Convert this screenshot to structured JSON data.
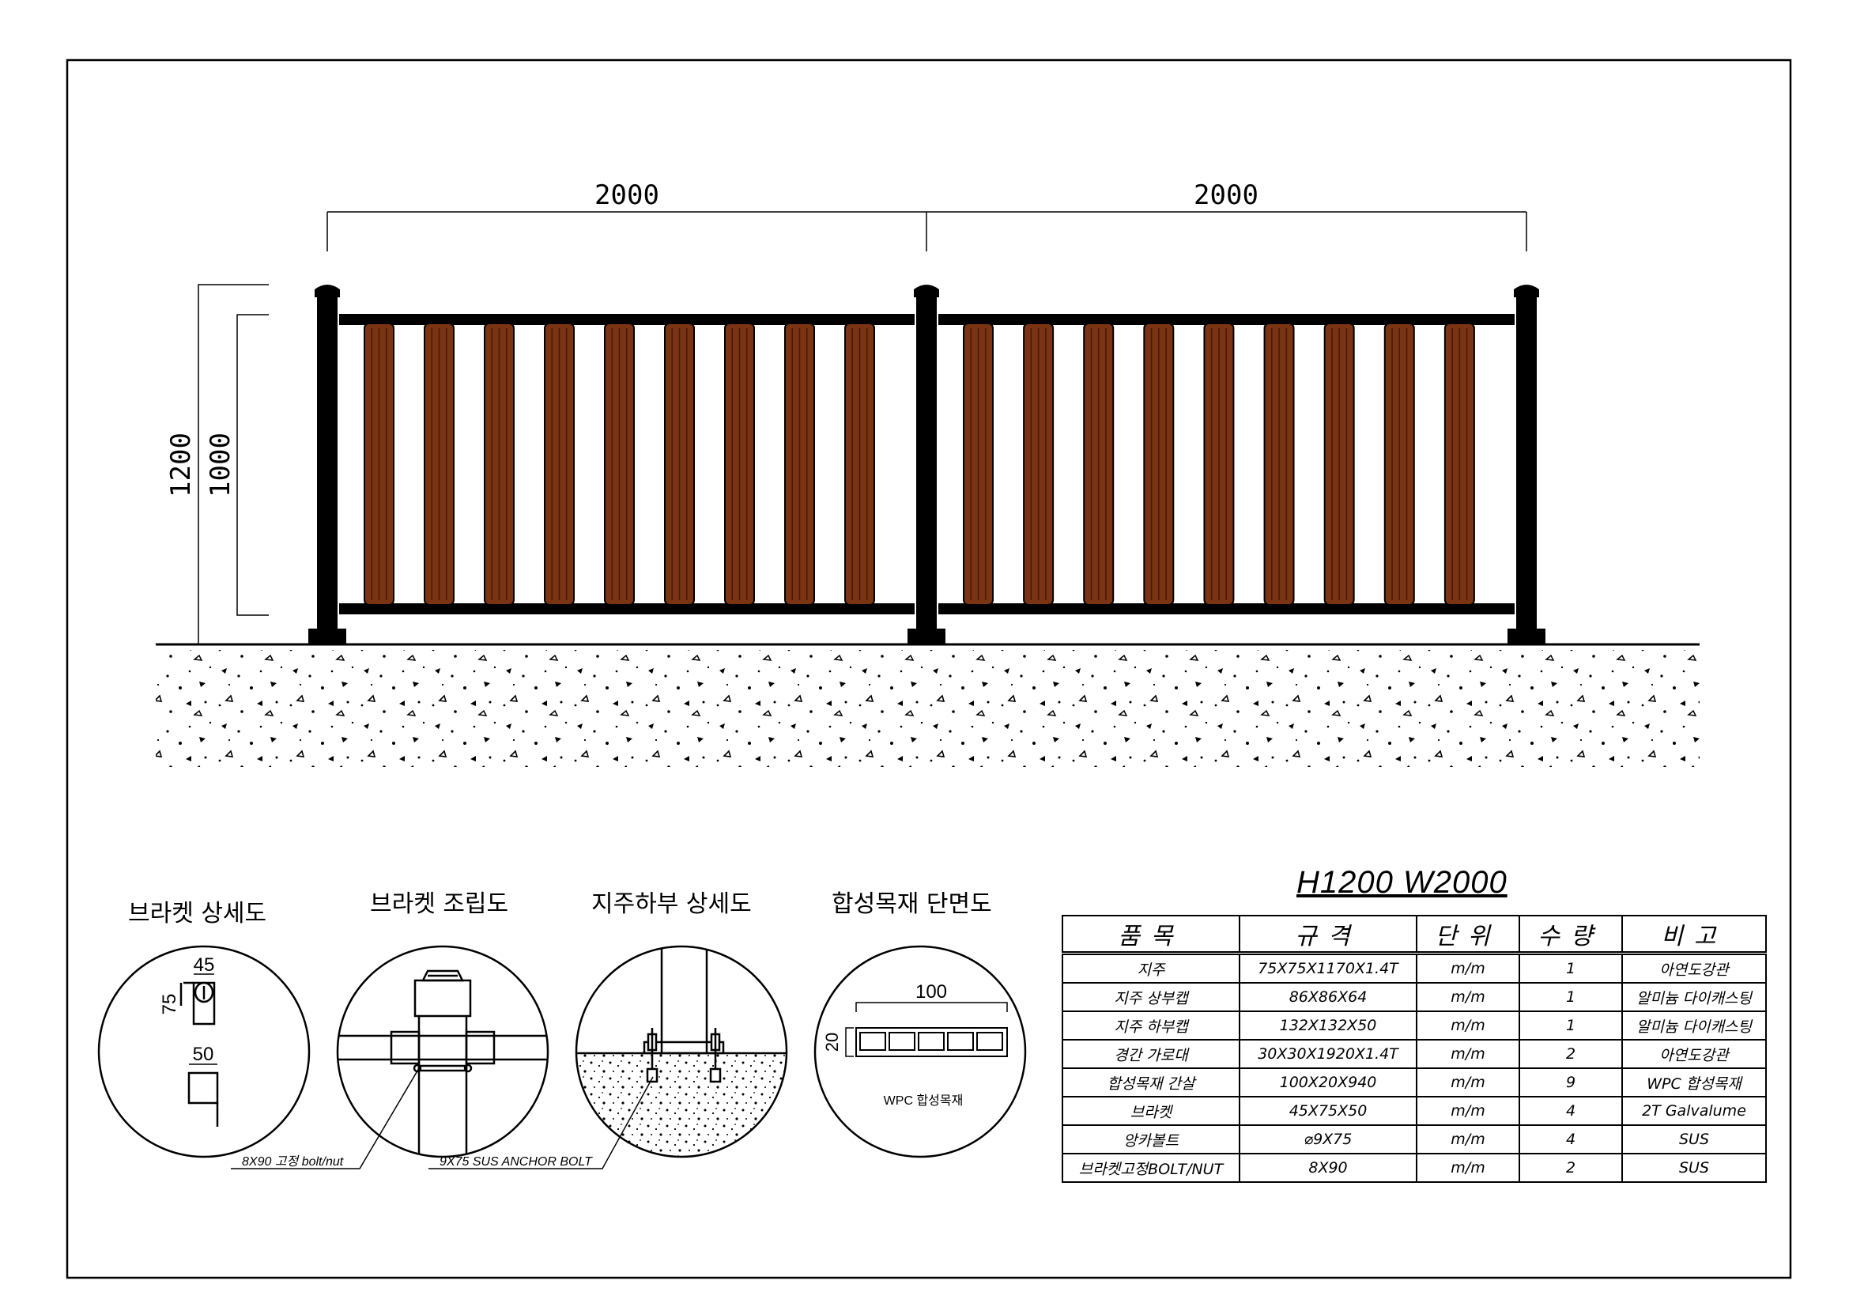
{
  "drawing": {
    "dimensions": {
      "span_left": "2000",
      "span_right": "2000",
      "total_height": "1200",
      "infill_height": "1000"
    },
    "colors": {
      "line": "#000000",
      "post": "#000000",
      "slat_fill": "#7a3414",
      "slat_stripe": "#4a1a06",
      "background": "#ffffff"
    },
    "slats_per_panel": 9
  },
  "details": {
    "bracket_detail": {
      "title": "브라켓 상세도",
      "dim_width_top": "45",
      "dim_height": "75",
      "dim_width_bottom": "50"
    },
    "bracket_assembly": {
      "title": "브라켓 조립도",
      "callout": "8X90 고정 bolt/nut"
    },
    "post_base": {
      "title": "지주하부 상세도",
      "callout": "9X75 SUS ANCHOR BOLT"
    },
    "wpc_section": {
      "title": "합성목재 단면도",
      "dim_width": "100",
      "dim_height": "20",
      "label": "WPC 합성목재"
    }
  },
  "spec": {
    "title": "H1200  W2000",
    "headers": [
      "품목",
      "규격",
      "단위",
      "수량",
      "비고"
    ],
    "rows": [
      [
        "지주",
        "75X75X1170X1.4T",
        "m/m",
        "1",
        "아연도강관"
      ],
      [
        "지주 상부캡",
        "86X86X64",
        "m/m",
        "1",
        "알미늄 다이캐스팅"
      ],
      [
        "지주 하부캡",
        "132X132X50",
        "m/m",
        "1",
        "알미늄 다이캐스팅"
      ],
      [
        "경간 가로대",
        "30X30X1920X1.4T",
        "m/m",
        "2",
        "아연도강관"
      ],
      [
        "합성목재 간살",
        "100X20X940",
        "m/m",
        "9",
        "WPC 합성목재"
      ],
      [
        "브라켓",
        "45X75X50",
        "m/m",
        "4",
        "2T Galvalume"
      ],
      [
        "앙카볼트",
        "⌀9X75",
        "m/m",
        "4",
        "SUS"
      ],
      [
        "브라켓고정BOLT/NUT",
        "8X90",
        "m/m",
        "2",
        "SUS"
      ]
    ]
  }
}
